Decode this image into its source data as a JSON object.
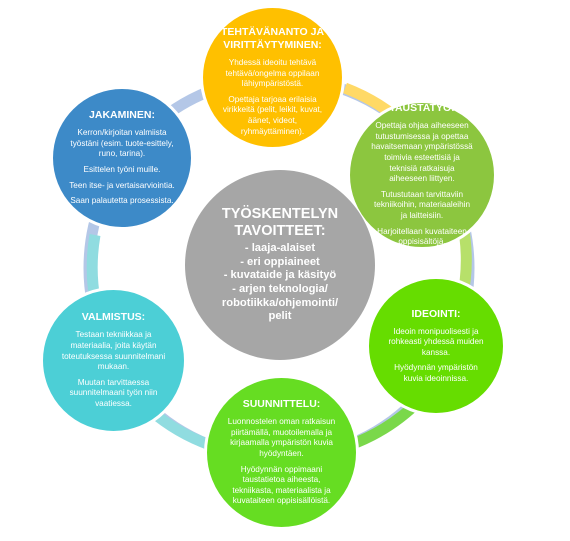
{
  "center": {
    "title_line1": "TYÖSKENTELYN",
    "title_line2": "TAVOITTEET:",
    "items": [
      "- laaja-alaiset",
      "- eri oppiaineet",
      "- kuvataide ja käsityö",
      "- arjen teknologia/",
      "robotiikka/ohjemointi/",
      "pelit"
    ]
  },
  "nodes": {
    "top": {
      "title_line1": "TEHTÄVÄNANTO JA",
      "title_line2": "VIRITTÄYTYMINEN:",
      "paragraphs": [
        "Yhdessä ideoitu tehtävä tehtävä/ongelma oppilaan lähiympäristöstä.",
        "Opettaja tarjoaa erilaisia virikkeitä (pelit, leikit, kuvat, äänet, videot, ryhmäyttäminen)."
      ]
    },
    "right": {
      "title": "TAUSTATYÖ:",
      "paragraphs": [
        "Opettaja ohjaa aiheeseen tutustumisessa ja opettaa havaitsemaan ympäristössä toimivia esteettisiä ja teknisiä ratkaisuja aiheeseen liittyen.",
        "Tutustutaan tarvittaviin tekniikoihin, materiaaleihin ja laitteisiin.",
        "Harjoitellaan kuvataiteen oppisisältöjä."
      ]
    },
    "ideointi": {
      "title": "IDEOINTI:",
      "paragraphs": [
        "Ideoin monipuolisesti ja rohkeasti yhdessä muiden kanssa.",
        "Hyödynnän ympäristön kuvia ideoinnissa."
      ]
    },
    "bottom": {
      "title": "SUUNNITTELU:",
      "paragraphs": [
        "Luonnostelen oman ratkaisun piirtämällä, muotoilemalla ja kirjaamalla ympäristön kuvia hyödyntäen.",
        "Hyödynnän oppimaani taustatietoa aiheesta, tekniikasta, materiaalista ja kuvataiteen oppisisällöistä."
      ]
    },
    "left": {
      "title": "VALMISTUS:",
      "paragraphs": [
        "Testaan tekniikkaa ja materiaalia, joita käytän toteutuksessa suunnitelmani mukaan.",
        "Muutan tarvittaessa suunnitelmaani työn niin vaatiessa."
      ]
    },
    "share": {
      "title": "JAKAMINEN:",
      "paragraphs": [
        "Kerron/kirjoitan valmiista työstäni (esim. tuote-esittely, runo, tarina).",
        "Esittelen työni muille.",
        "Teen itse- ja vertaisarviointia.",
        "Saan palautetta prosessista."
      ]
    }
  },
  "colors": {
    "ring": "#b4c7e7",
    "ring_top_right": "#ffd966",
    "ring_right": "#b7e06a",
    "ring_bottom": "#7ad84a",
    "ring_left": "#90dce0",
    "center": "#a6a6a6"
  }
}
